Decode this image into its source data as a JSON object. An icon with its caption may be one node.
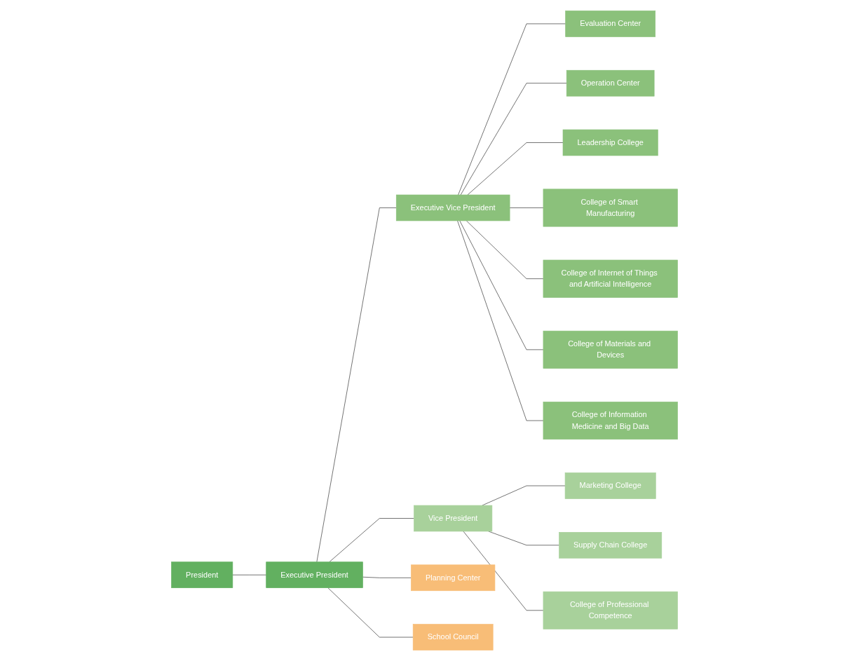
{
  "diagram": {
    "nodes": [
      {
        "text": [
          "President"
        ]
      },
      {
        "text": [
          "Executive President"
        ]
      },
      {
        "text": [
          "Planning Center"
        ]
      },
      {
        "text": [
          "School Council"
        ]
      },
      {
        "text": [
          "Executive Vice President"
        ]
      },
      {
        "text": [
          "Vice President"
        ]
      },
      {
        "text": [
          "Evaluation Center"
        ]
      },
      {
        "text": [
          "Operation Center"
        ]
      },
      {
        "text": [
          "Leadership College"
        ]
      },
      {
        "text": [
          "College of Smart Manufacturing"
        ]
      },
      {
        "text": [
          "College of Internet of Things and Artificial Intelligence"
        ]
      },
      {
        "text": [
          "College of Materials and Devices"
        ]
      },
      {
        "text": [
          "College of Information Medicine and Big Data"
        ]
      },
      {
        "text": [
          "Marketing College"
        ]
      },
      {
        "text": [
          "Supply Chain College"
        ]
      },
      {
        "text": [
          "College of Professional Competence"
        ]
      }
    ],
    "edges": [
      {
        "from": 0,
        "to": 1,
        "arrow": "none"
      },
      {
        "from": 1,
        "to": 2,
        "arrow": "none"
      },
      {
        "from": 1,
        "to": 3,
        "arrow": "none"
      },
      {
        "from": 1,
        "to": 4,
        "arrow": "none"
      },
      {
        "from": 1,
        "to": 5,
        "arrow": "none"
      },
      {
        "from": 4,
        "to": 6,
        "arrow": "none"
      },
      {
        "from": 4,
        "to": 7,
        "arrow": "none"
      },
      {
        "from": 4,
        "to": 8,
        "arrow": "none"
      },
      {
        "from": 4,
        "to": 9,
        "arrow": "none"
      },
      {
        "from": 4,
        "to": 10,
        "arrow": "none"
      },
      {
        "from": 4,
        "to": 11,
        "arrow": "none"
      },
      {
        "from": 4,
        "to": 12,
        "arrow": "none"
      },
      {
        "from": 5,
        "to": 13,
        "arrow": "none"
      },
      {
        "from": 5,
        "to": 14,
        "arrow": "none"
      },
      {
        "from": 5,
        "to": 15,
        "arrow": "none"
      }
    ]
  }
}
